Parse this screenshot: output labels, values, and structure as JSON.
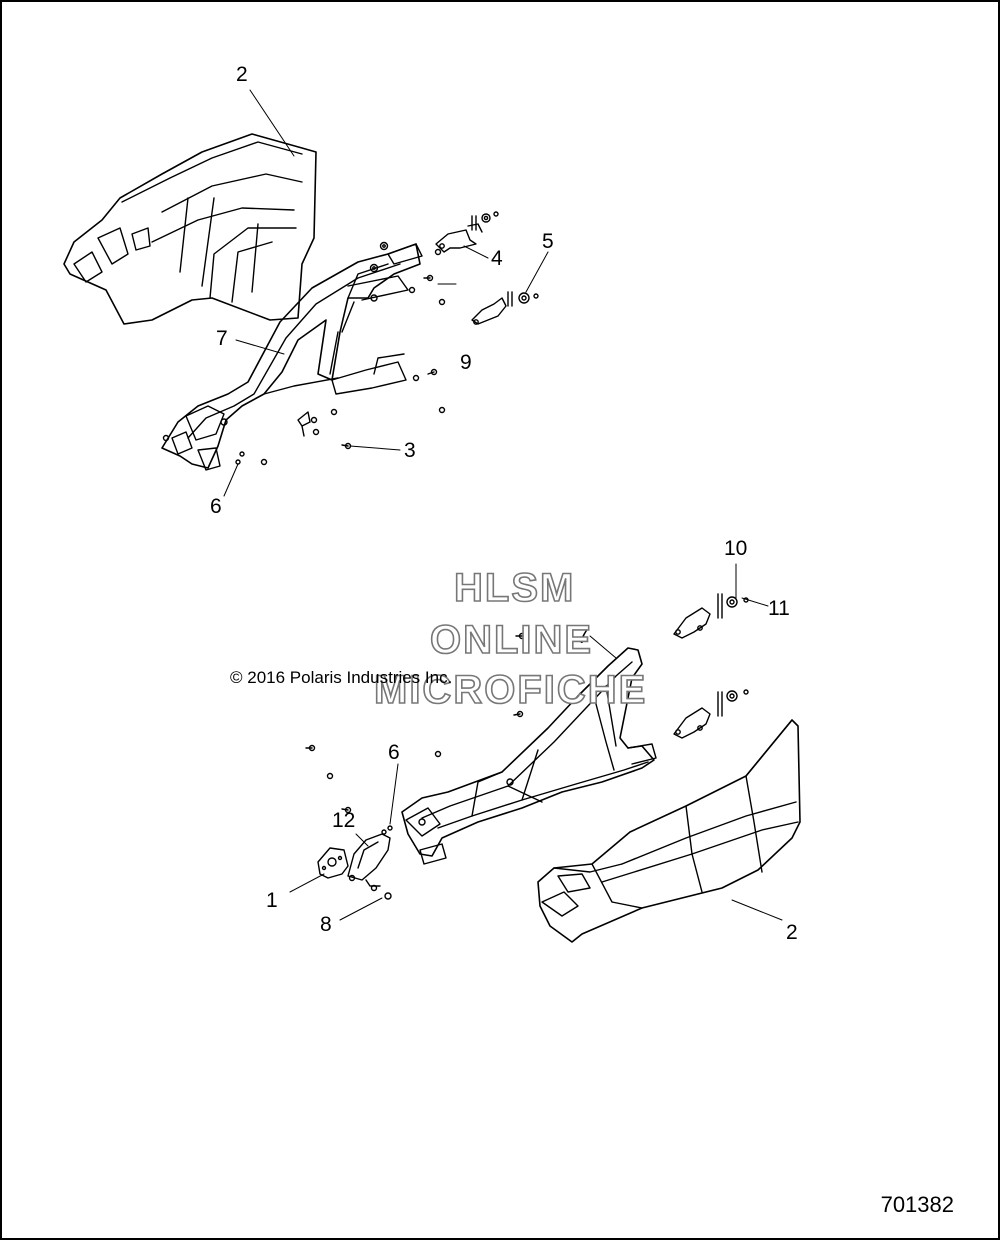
{
  "callouts": {
    "c2_top": "2",
    "c4": "4",
    "c5": "5",
    "c7_top": "7",
    "c9": "9",
    "c3": "3",
    "c6_top": "6",
    "c10": "10",
    "c11": "11",
    "c7_bottom": "7",
    "c6_bottom": "6",
    "c12": "12",
    "c1": "1",
    "c8": "8",
    "c2_bottom": "2"
  },
  "copyright": "© 2016 Polaris Industries Inc.",
  "watermark": {
    "line1": "HLSM",
    "line2": "ONLINE",
    "line3": "MICROFICHE"
  },
  "drawing_number": "701382",
  "colors": {
    "line": "#000000",
    "watermark_outline": "#777777"
  }
}
